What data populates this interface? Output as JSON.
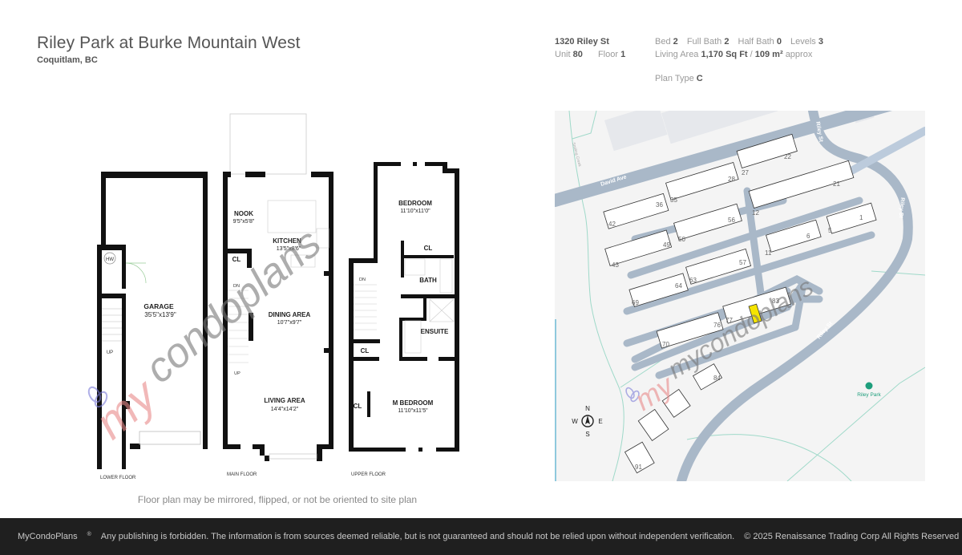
{
  "header": {
    "title": "Riley Park at Burke Mountain West",
    "location": "Coquitlam, BC"
  },
  "unit_info": {
    "address": "1320 Riley St",
    "unit_label": "Unit",
    "unit_value": "80",
    "floor_label": "Floor",
    "floor_value": "1",
    "bed_label": "Bed",
    "bed_value": "2",
    "full_bath_label": "Full Bath",
    "full_bath_value": "2",
    "half_bath_label": "Half Bath",
    "half_bath_value": "0",
    "levels_label": "Levels",
    "levels_value": "3",
    "living_area_label": "Living Area",
    "living_area_sqft": "1,170 Sq Ft",
    "separator": "/",
    "living_area_m2": "109 m²",
    "approx_label": "approx",
    "plan_type_label": "Plan Type",
    "plan_type_value": "C"
  },
  "floor_plan": {
    "floors": [
      {
        "label": "LOWER FLOOR",
        "rooms": [
          {
            "name": "GARAGE",
            "size": "35'5\"x13'9\""
          },
          {
            "name": "HW",
            "size": ""
          },
          {
            "name": "UP",
            "size": ""
          }
        ]
      },
      {
        "label": "MAIN FLOOR",
        "rooms": [
          {
            "name": "NOOK",
            "size": "9'5\"x5'8\""
          },
          {
            "name": "KITCHEN",
            "size": "13'5\"x8'6\""
          },
          {
            "name": "CL",
            "size": ""
          },
          {
            "name": "DN",
            "size": ""
          },
          {
            "name": "DINING AREA",
            "size": "10'7\"x9'7\""
          },
          {
            "name": "UP",
            "size": ""
          },
          {
            "name": "LIVING AREA",
            "size": "14'4\"x14'2\""
          }
        ]
      },
      {
        "label": "UPPER FLOOR",
        "rooms": [
          {
            "name": "BEDROOM",
            "size": "11'10\"x11'0\""
          },
          {
            "name": "CL",
            "size": ""
          },
          {
            "name": "BATH",
            "size": ""
          },
          {
            "name": "DN",
            "size": ""
          },
          {
            "name": "ENSUITE",
            "size": ""
          },
          {
            "name": "CL",
            "size": ""
          },
          {
            "name": "CL",
            "size": ""
          },
          {
            "name": "M BEDROOM",
            "size": "11'10\"x11'5\""
          }
        ]
      }
    ],
    "watermark": "mycondoplans",
    "note": "Floor plan may be mirrored, flipped, or not be oriented to site plan"
  },
  "site_map": {
    "streets": [
      "David Ave",
      "Riley St",
      "Riley St",
      "Riley St"
    ],
    "creek": "Smiling Creek",
    "park": "Riley Park",
    "unit_numbers": [
      "22",
      "27",
      "28",
      "35",
      "36",
      "42",
      "21",
      "12",
      "56",
      "50",
      "49",
      "43",
      "1",
      "5",
      "6",
      "11",
      "57",
      "63",
      "64",
      "69",
      "83",
      "77",
      "76",
      "70",
      "84",
      "91"
    ],
    "highlighted_unit": "80",
    "highlight_color": "#f5e400",
    "compass": {
      "n": "N",
      "s": "S",
      "e": "E",
      "w": "W"
    },
    "watermark": "mycondoplans"
  },
  "footer": {
    "brand": "MyCondoPlans",
    "registered": "®",
    "disclaimer": "Any publishing is forbidden. The information is from sources deemed reliable, but is not guaranteed and should not be relied upon without independent verification.",
    "copyright": "© 2025 Renaissance Trading Corp  All Rights Reserved"
  },
  "colors": {
    "road": "#a9b8c8",
    "map_bg": "#f4f4f4",
    "creek": "#7fd0bf",
    "park": "#1e9e7c",
    "footer_bg": "#1f1f1f"
  }
}
